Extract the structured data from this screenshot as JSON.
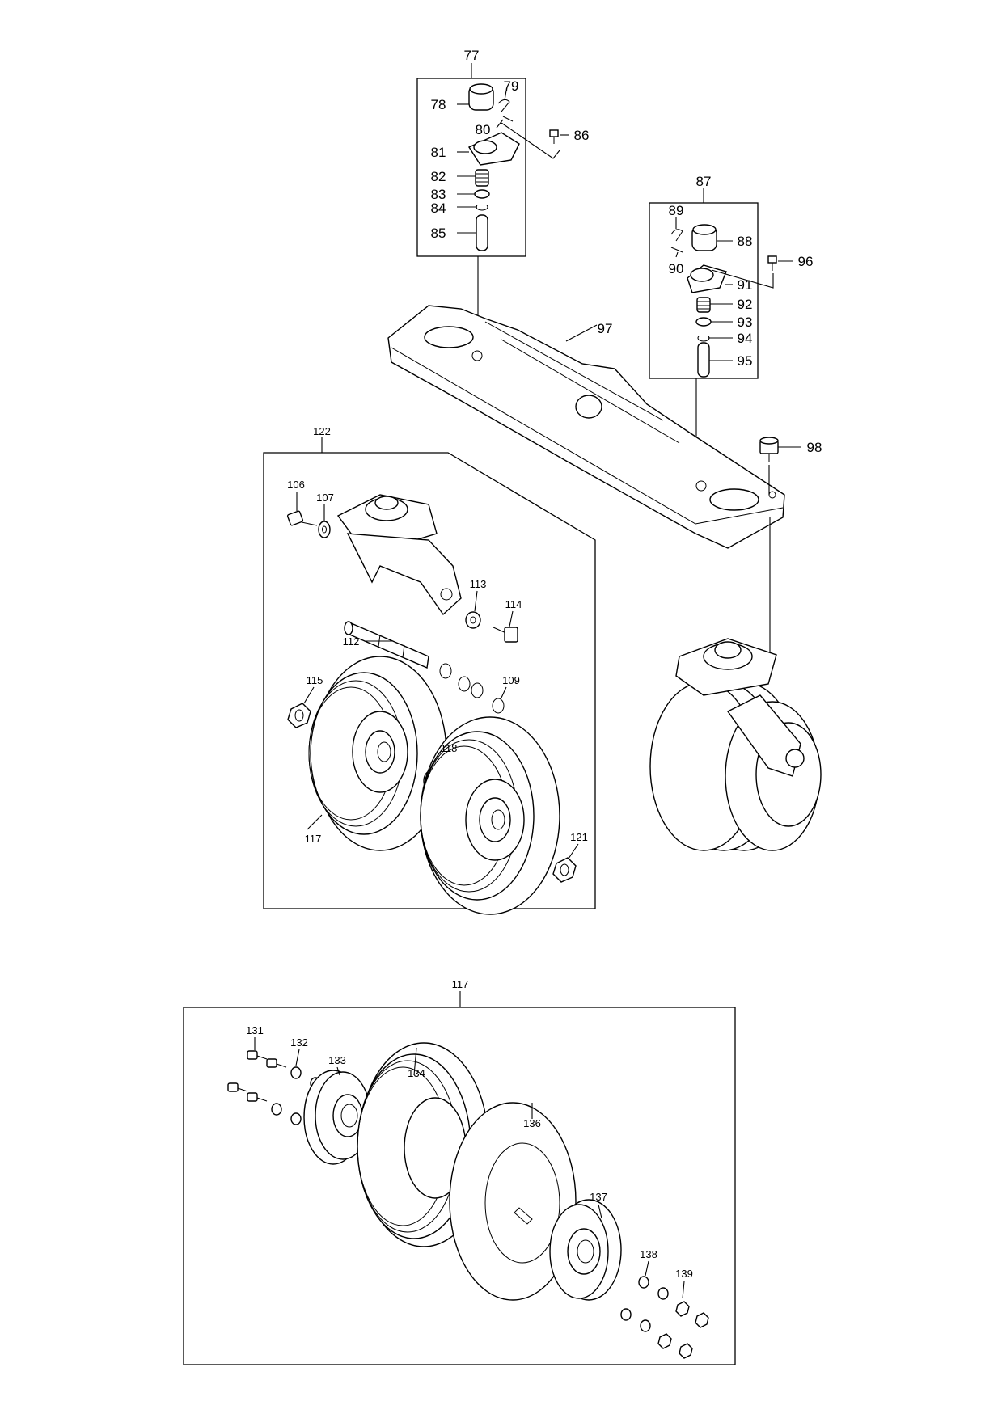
{
  "labels": {
    "l77": "77",
    "l78": "78",
    "l79": "79",
    "l80": "80",
    "l81": "81",
    "l82": "82",
    "l83": "83",
    "l84": "84",
    "l85": "85",
    "l86": "86",
    "l87": "87",
    "l88": "88",
    "l89": "89",
    "l90": "90",
    "l91": "91",
    "l92": "92",
    "l93": "93",
    "l94": "94",
    "l95": "95",
    "l96": "96",
    "l97": "97",
    "l98": "98",
    "l106": "106",
    "l107": "107",
    "l109": "109",
    "l112": "112",
    "l113": "113",
    "l114": "114",
    "l115": "115",
    "l117a": "117",
    "l118": "118",
    "l121": "121",
    "l122": "122",
    "l117b": "117",
    "l131": "131",
    "l132": "132",
    "l133": "133",
    "l134": "134",
    "l136": "136",
    "l137": "137",
    "l138": "138",
    "l139": "139"
  }
}
